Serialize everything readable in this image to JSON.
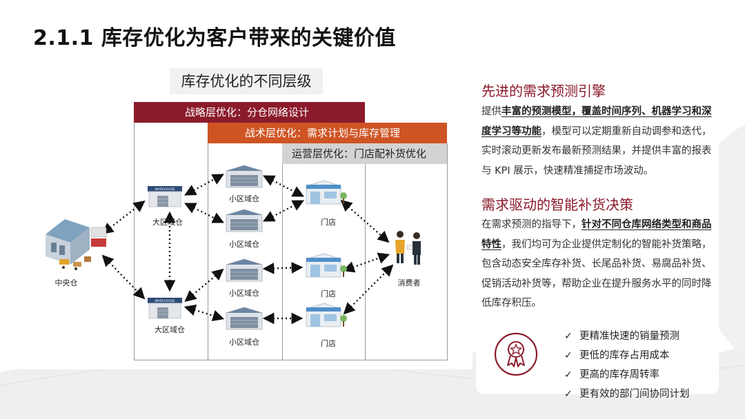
{
  "page": {
    "title": "2.1.1 库存优化为客户带来的关键价值"
  },
  "diagram": {
    "heading": "库存优化的不同层级",
    "bands": [
      {
        "label": "战略层优化：分仓网络设计",
        "color": "#8b1a2b"
      },
      {
        "label": "战术层优化：需求计划与库存管理",
        "color": "#cf5424"
      },
      {
        "label": "运营层优化：门店配补货优化",
        "color": "#d3d3d3"
      }
    ],
    "nodes": {
      "central": "中央仓",
      "regional_1": "大区域仓",
      "regional_2": "大区域仓",
      "district_1": "小区域仓",
      "district_2": "小区域仓",
      "district_3": "小区域仓",
      "district_4": "小区域仓",
      "store_1": "门店",
      "store_2": "门店",
      "store_3": "门店",
      "consumer": "消费者"
    },
    "sign_text": "WAREHOUSE"
  },
  "sections": {
    "forecast": {
      "heading": "先进的需求预测引擎",
      "pre": "提供",
      "bold": "丰富的预测模型，覆盖时间序列、机器学习和深度学习等功能",
      "post": "，模型可以定期重新自动调参和迭代，实时滚动更新发布最新预测结果，并提供丰富的报表与 KPI 展示，快速精准捕捉市场波动。"
    },
    "replenish": {
      "heading": "需求驱动的智能补货决策",
      "pre": "在需求预测的指导下，",
      "bold": "针对不同仓库网络类型和商品特性",
      "post": "，我们均可为企业提供定制化的智能补货策略，包含动态安全库存补货、长尾品补货、易腐品补货、促销活动补货等，帮助企业在提升服务水平的同时降低库存积压。"
    }
  },
  "benefits": {
    "check_glyph": "✓",
    "items": [
      "更精准快速的销量预测",
      "更低的库存占用成本",
      "更高的库存周转率",
      "更有效的部门间协同计划"
    ]
  },
  "colors": {
    "accent": "#8b1a2b",
    "tactical": "#cf5424",
    "operational": "#d3d3d3"
  }
}
